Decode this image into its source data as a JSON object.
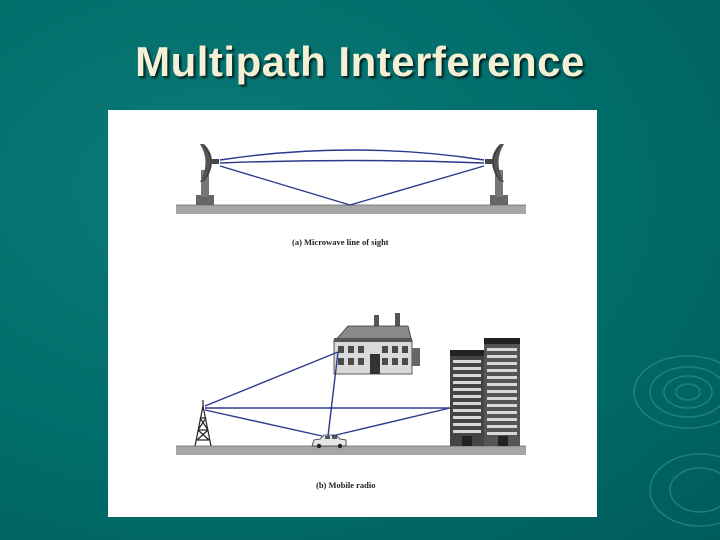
{
  "slide": {
    "title": "Multipath Interference"
  },
  "figure": {
    "caption_a": "(a) Microwave line of sight",
    "caption_b": "(b) Mobile radio"
  },
  "colors": {
    "background": "#006d6b",
    "title_text": "#f4f0d6",
    "signal_path": "#2b3a8c",
    "ground": "#a6a6a6"
  }
}
